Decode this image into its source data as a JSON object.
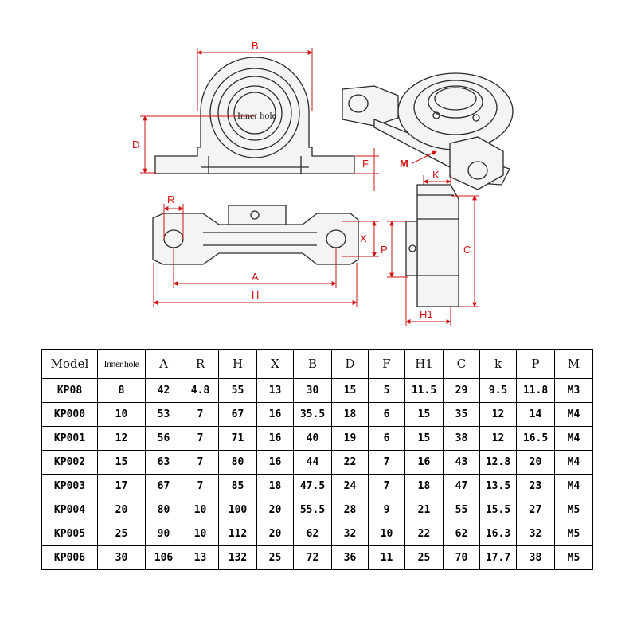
{
  "diagram": {
    "labels": {
      "front": {
        "B": "B",
        "D": "D",
        "inner_hole": "Inner hole",
        "F": "F"
      },
      "iso": {
        "M": "M",
        "K": "K"
      },
      "top": {
        "R": "R",
        "X": "X",
        "A": "A",
        "H": "H"
      },
      "side": {
        "P": "P",
        "C": "C",
        "H1": "H1"
      }
    }
  },
  "table": {
    "headers": [
      "Model",
      "Inner hole",
      "A",
      "R",
      "H",
      "X",
      "B",
      "D",
      "F",
      "H1",
      "C",
      "k",
      "P",
      "M"
    ],
    "rows": [
      [
        "KP08",
        "8",
        "42",
        "4.8",
        "55",
        "13",
        "30",
        "15",
        "5",
        "11.5",
        "29",
        "9.5",
        "11.8",
        "M3"
      ],
      [
        "KP000",
        "10",
        "53",
        "7",
        "67",
        "16",
        "35.5",
        "18",
        "6",
        "15",
        "35",
        "12",
        "14",
        "M4"
      ],
      [
        "KP001",
        "12",
        "56",
        "7",
        "71",
        "16",
        "40",
        "19",
        "6",
        "15",
        "38",
        "12",
        "16.5",
        "M4"
      ],
      [
        "KP002",
        "15",
        "63",
        "7",
        "80",
        "16",
        "44",
        "22",
        "7",
        "16",
        "43",
        "12.8",
        "20",
        "M4"
      ],
      [
        "KP003",
        "17",
        "67",
        "7",
        "85",
        "18",
        "47.5",
        "24",
        "7",
        "18",
        "47",
        "13.5",
        "23",
        "M4"
      ],
      [
        "KP004",
        "20",
        "80",
        "10",
        "100",
        "20",
        "55.5",
        "28",
        "9",
        "21",
        "55",
        "15.5",
        "27",
        "M5"
      ],
      [
        "KP005",
        "25",
        "90",
        "10",
        "112",
        "20",
        "62",
        "32",
        "10",
        "22",
        "62",
        "16.3",
        "32",
        "M5"
      ],
      [
        "KP006",
        "30",
        "106",
        "13",
        "132",
        "25",
        "72",
        "36",
        "11",
        "25",
        "70",
        "17.7",
        "38",
        "M5"
      ]
    ]
  }
}
